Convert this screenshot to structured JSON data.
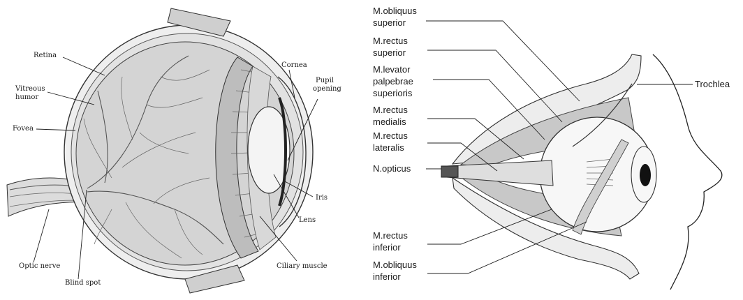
{
  "left_diagram": {
    "labels": {
      "retina": "Retina",
      "vitreous_humor": "Vitreous\nhumor",
      "fovea": "Fovea",
      "optic_nerve": "Optic nerve",
      "blind_spot": "Blind spot",
      "cornea": "Cornea",
      "pupil_opening": "Pupil\nopening",
      "iris": "Iris",
      "lens": "Lens",
      "ciliary_muscle": "Ciliary muscle"
    }
  },
  "right_diagram": {
    "labels": {
      "obliquus_superior": "M.obliquus\nsuperior",
      "rectus_superior": "M.rectus\nsuperior",
      "levator": "M.levator\npalpebrae\nsuperioris",
      "rectus_medialis": "M.rectus\nmedialis",
      "rectus_lateralis": "M.rectus\nlateralis",
      "opticus": "N.opticus",
      "trochlea": "Trochlea",
      "rectus_inferior": "M.rectus\ninferior",
      "obliquus_inferior": "M.obliquus\ninferior"
    }
  },
  "colors": {
    "ink": "#1a1a1a",
    "muscle": "#c8c8c8",
    "sclera": "#f2f2f2",
    "interior": "#d4d4d4"
  }
}
